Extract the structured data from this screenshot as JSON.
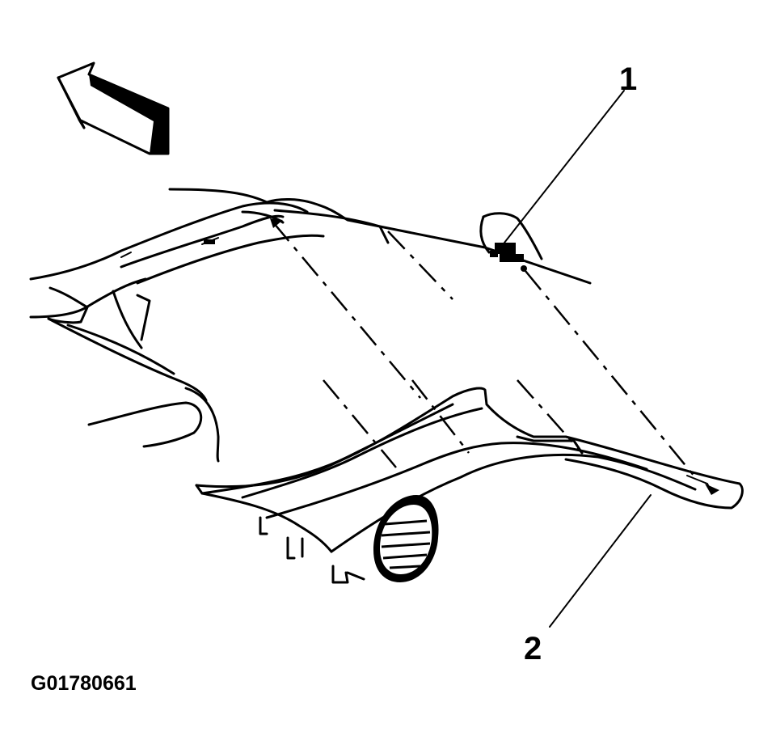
{
  "callouts": {
    "part_1": "1",
    "part_2": "2"
  },
  "figure_id": "G01780661",
  "icons": {
    "direction_arrow": "front-direction-arrow-icon"
  }
}
